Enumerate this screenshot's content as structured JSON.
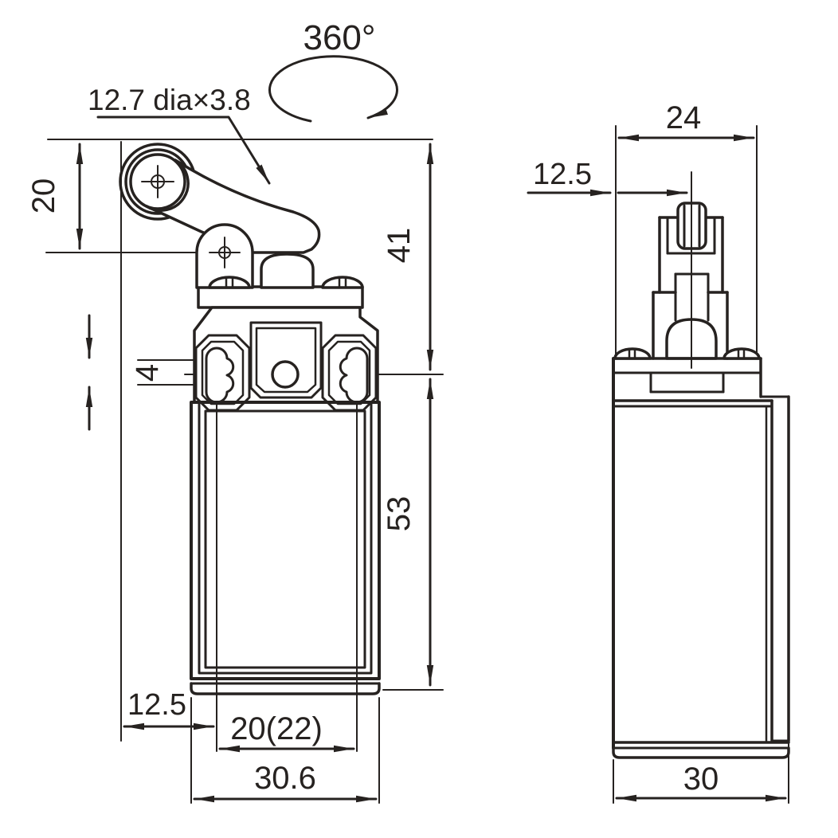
{
  "page": {
    "background": "#ffffff",
    "ink": "#262220",
    "description": "dimensional line drawing of a roller-lever limit switch, front and side views"
  },
  "annotations": {
    "rotation_range": "360°",
    "roller_spec": "12.7 dia×3.8"
  },
  "front_view": {
    "label": "front view (roller lever actuator)",
    "dims": {
      "roller_height": "20",
      "head_height": "41",
      "slot_adjust": "4",
      "body_height": "53",
      "lever_offset": "12.5",
      "mounting_hole_spacing": "20(22)",
      "body_width": "30.6"
    }
  },
  "side_view": {
    "label": "side view (plunger / body depth)",
    "dims": {
      "head_width": "24",
      "plunger_offset": "12.5",
      "body_depth": "30"
    }
  }
}
